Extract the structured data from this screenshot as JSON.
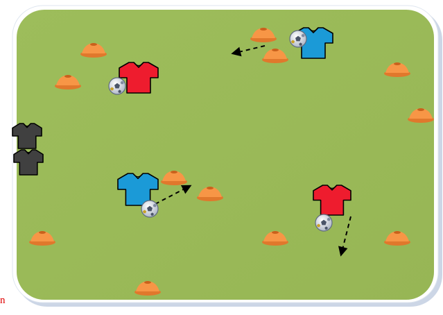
{
  "diagram": {
    "description_type": "soccer-drill",
    "colors": {
      "pitch": "#9bbb59",
      "pitch_border": "#ffffff",
      "cone": "#f79646",
      "team_blue": "#1b9ad7",
      "team_red": "#ee1c2e",
      "team_gray": "#404040",
      "ball": "#dfe4ee",
      "arrow": "#000000"
    },
    "icons": {
      "cone": "cone-icon",
      "shirt": "shirt-icon",
      "ball": "soccer-ball-icon",
      "arrow": "dashed-arrow"
    }
  },
  "caption": {
    "text": "n"
  }
}
